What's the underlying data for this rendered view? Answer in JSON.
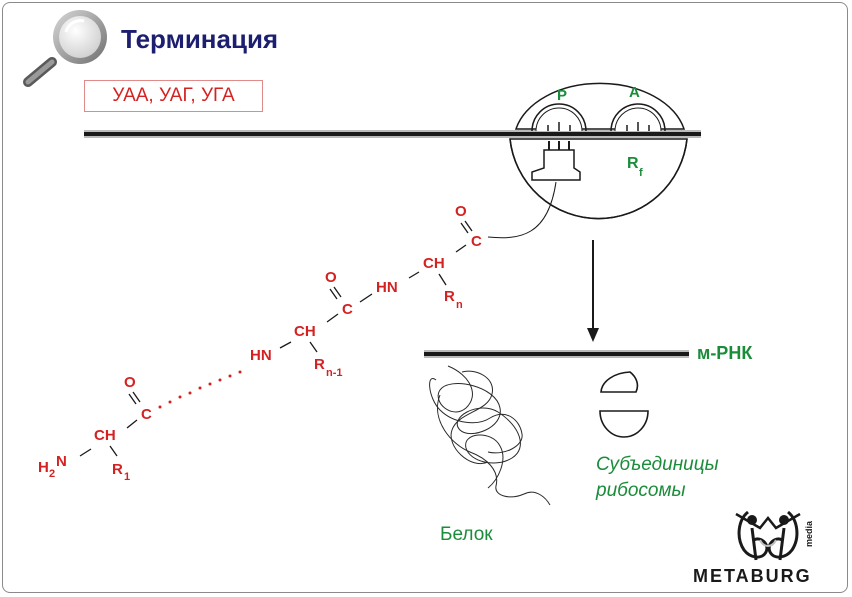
{
  "header": {
    "title": "Терминация"
  },
  "stop_codons": "УАА, УАГ, УГА",
  "ribosome": {
    "site_p": "P",
    "site_a": "A",
    "release_factor_main": "R",
    "release_factor_sub": "f"
  },
  "mrna_label": "м-РНК",
  "protein_label": "Белок",
  "subunits_label": {
    "line1": "Субъединицы",
    "line2": "рибосомы"
  },
  "peptide": {
    "o_atom": "O",
    "c_atom": "C",
    "ch_group": "CH",
    "hn_group": "HN",
    "h_atom": "H",
    "n_atom": "N",
    "sub_2": "2",
    "r_atom": "R",
    "sub_n": "n",
    "sub_n1": "n-1",
    "sub_1": "1"
  },
  "logo": {
    "name": "METABURG",
    "tag": "media"
  },
  "colors": {
    "title": "#1c1e70",
    "chem": "#d42222",
    "labels": "#1a8c3a",
    "ink": "#1a1a1a"
  }
}
